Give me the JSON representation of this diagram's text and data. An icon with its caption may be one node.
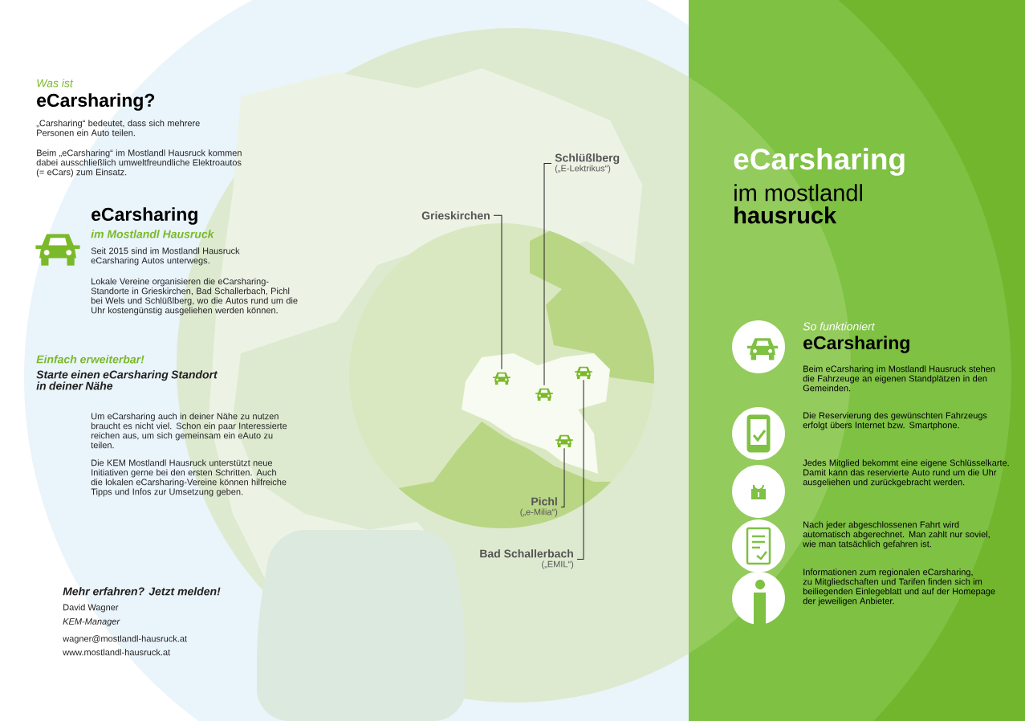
{
  "diagram": {
    "nodes": [
      {
        "text": [
          "Schlüßlberg",
          "(„E-Lektrikus“)"
        ]
      },
      {
        "text": [
          "Grieskirchen"
        ]
      },
      {
        "text": [
          "Pichl",
          "(„e-Milia“)"
        ]
      },
      {
        "text": [
          "Bad Schallerbach",
          "(„EMIL“)"
        ]
      },
      {
        "text": [],
        "shape": "picture"
      },
      {
        "text": [],
        "shape": "picture"
      },
      {
        "text": [],
        "shape": "picture"
      },
      {
        "text": [],
        "shape": "picture"
      }
    ],
    "edges": [
      {
        "from": 1,
        "to": 4,
        "arrow": "none"
      },
      {
        "from": 0,
        "to": 5,
        "arrow": "none"
      },
      {
        "from": 2,
        "to": 6,
        "arrow": "none"
      },
      {
        "from": 3,
        "to": 7,
        "arrow": "none"
      }
    ],
    "labels": [
      "Was ist",
      "eCarsharing?",
      "„Carsharing“ bedeutet, dass sich mehrere Personen ein Auto teilen.",
      "Beim „eCarsharing“ im Mostlandl Hausruck kommen dabei ausschließlich umweltfreundliche Elektroautos (= eCars) zum Einsatz.",
      "eCarsharing",
      "im Mostlandl Hausruck",
      "Seit 2015 sind im Mostlandl Hausruck eCarsharing Autos unterwegs.",
      "Lokale Vereine organisieren die eCarsharing-Standorte in Grieskirchen, Bad Schallerbach, Pichl bei Wels und Schlüßlberg, wo die Autos rund um die Uhr kostengünstig ausgeliehen werden können.",
      "Einfach erweiterbar!",
      "Starte einen eCarsharing Standort in deiner Nähe",
      "Um eCarsharing auch in deiner Nähe zu nutzen braucht es nicht viel. Schon ein paar Interessierte reichen aus, um sich gemeinsam ein eAuto zu teilen.",
      "Die KEM Mostlandl Hausruck unterstützt neue Initiativen gerne bei den ersten Schritten. Auch die lokalen eCarsharing-Vereine können hilfreiche Tipps und Infos zur Umsetzung geben.",
      "Mehr erfahren? Jetzt melden!",
      "David Wagner",
      "KEM-Manager",
      "wagner@mostlandl-hausruck.at",
      "www.mostlandl-hausruck.at",
      "eCarsharing",
      "im mostlandl",
      "hausruck",
      "So funktioniert",
      "eCarsharing",
      "Beim eCarsharing im Mostlandl Hausruck stehen die Fahrzeuge an eigenen Standplätzen in den Gemeinden.",
      "Die Reservierung des gewünschten Fahrzeugs erfolgt übers Internet bzw. Smartphone.",
      "Jedes Mitglied bekommt eine eigene Schlüsselkarte. Damit kann das reservierte Auto rund um die Uhr ausgeliehen und zurückgebracht werden.",
      "Nach jeder abgeschlossenen Fahrt wird automatisch abgerechnet. Man zahlt nur soviel, wie man tatsächlich gefahren ist.",
      "Informationen zum regionalen eCarsharing, zu Mitgliedschaften und Tarifen finden sich im beiliegenden Einlegeblatt und auf der Homepage der jeweiligen Anbieter."
    ]
  }
}
